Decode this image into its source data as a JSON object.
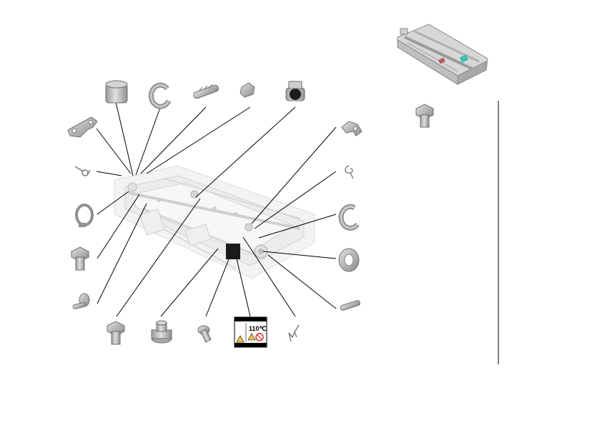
{
  "diagram": {
    "type": "exploded-parts-view",
    "subject": "fuser-unit",
    "label": {
      "temperature_text": "110℃",
      "icons": [
        "hot-surface-warning-icon",
        "caution-warning-icon",
        "no-touch-prohibition-icon"
      ]
    },
    "parts": [
      "lever-bracket",
      "sleeve-bushing",
      "e-ring-top",
      "compression-spring",
      "small-clip-bracket",
      "thermostat",
      "torsion-spring-left",
      "retaining-ring-left",
      "flange-screw-left",
      "pin-screw-left",
      "lever-arm-right",
      "wire-spring-right",
      "e-ring-right",
      "bearing-ring-right",
      "extension-spring-right",
      "flange-screw-bottom-1",
      "stepped-shoulder-screw",
      "small-screw-bottom",
      "warning-label",
      "torsion-spring-bottom",
      "flange-screw-detached"
    ],
    "colors": {
      "part_fill": "#bdbdbd",
      "part_shade": "#8c8c8c",
      "line": "#000000",
      "accent": "#3bbfb0",
      "frame": "#e9e9e9"
    }
  }
}
